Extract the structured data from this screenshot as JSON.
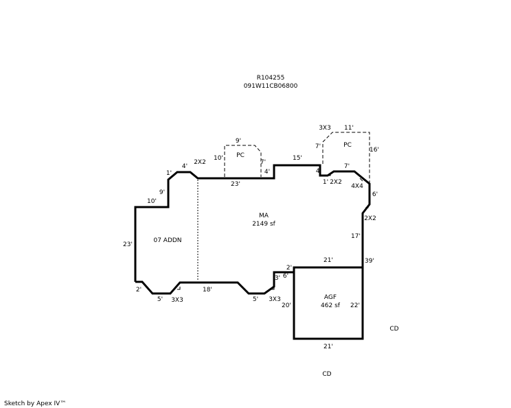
{
  "header": {
    "parcel_id": "R104255",
    "map_number": "091W11CB06800"
  },
  "areas": {
    "ma": {
      "code": "MA",
      "size": "2149 sf"
    },
    "addn": {
      "label": "07 ADDN"
    },
    "agf": {
      "code": "AGF",
      "size": "462 sf"
    },
    "pc_left": {
      "code": "PC"
    },
    "pc_right": {
      "code": "PC"
    },
    "cd_right": {
      "code": "CD"
    },
    "cd_bottom": {
      "code": "CD"
    }
  },
  "dimensions": {
    "d_9_pc_top": "9'",
    "d_10_pc_left": "10'",
    "d_7_pc_right": "7'",
    "d_2x2_top": "2X2",
    "d_4_top_step": "4'",
    "d_1_top": "1'",
    "d_9_left_upper": "9'",
    "d_10_left_upper": "10'",
    "d_23_left": "23'",
    "d_23_top": "23'",
    "d_4_mid_step": "4'",
    "d_15_top": "15'",
    "d_4_right_step": "4'",
    "d_3x3_top": "3X3",
    "d_11_top": "11'",
    "d_7_pc2_left": "7'",
    "d_16_pc2_right": "16'",
    "d_1_right": "1'",
    "d_2x2_right_top": "2X2",
    "d_7_right": "7'",
    "d_4x4": "4X4",
    "d_6_right": "6'",
    "d_2x2_right_side": "2X2",
    "d_17_right": "17'",
    "d_39_right": "39'",
    "d_21_agf_top": "21'",
    "d_2_agf": "2'",
    "d_6_agf": "6'",
    "d_3_agf": "3'",
    "d_3x3_bottom_right": "3X3",
    "d_20_agf_left": "20'",
    "d_22_agf_right": "22'",
    "d_21_agf_bottom": "21'",
    "d_2_bottom_left": "2'",
    "d_5_bottom_left": "5'",
    "d_3x3_bottom_left": "3X3",
    "d_18_bottom": "18'",
    "d_5_bottom_right": "5'"
  },
  "footer": {
    "credit": "Sketch by Apex IV™"
  }
}
